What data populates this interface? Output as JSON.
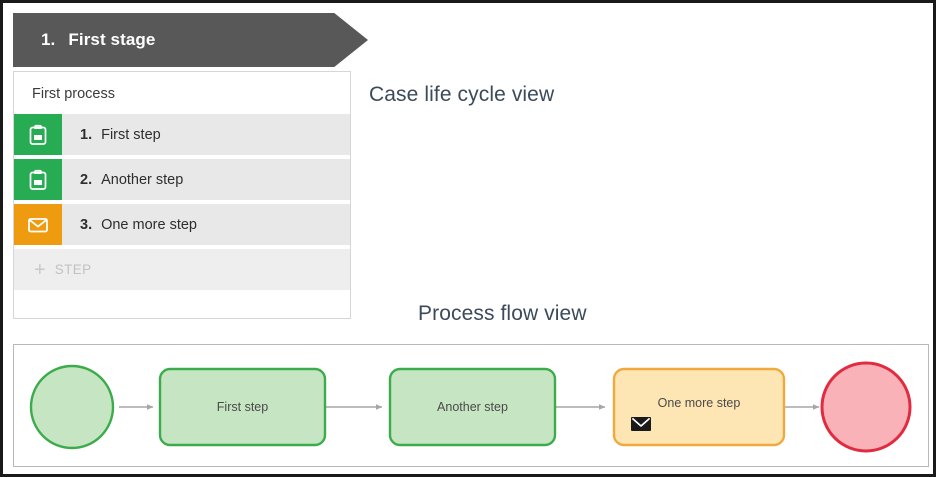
{
  "stage": {
    "number": "1.",
    "title": "First stage"
  },
  "process_panel": {
    "title": "First process",
    "steps": [
      {
        "number": "1.",
        "label": "First step",
        "icon": "clipboard-icon",
        "icon_color": "#27ab53"
      },
      {
        "number": "2.",
        "label": "Another step",
        "icon": "clipboard-icon",
        "icon_color": "#27ab53"
      },
      {
        "number": "3.",
        "label": "One more step",
        "icon": "envelope-icon",
        "icon_color": "#ef9b0f"
      }
    ],
    "add_step": {
      "plus": "+",
      "label": "STEP"
    }
  },
  "headings": {
    "case_life_cycle": "Case life cycle view",
    "process_flow": "Process flow view"
  },
  "flow": {
    "start_node": {
      "shape": "circle",
      "label": "",
      "fill": "#c6e6c3",
      "stroke": "#3cab4b"
    },
    "nodes": [
      {
        "label": "First step",
        "fill": "#c6e6c3",
        "stroke": "#3cab4b",
        "icon": ""
      },
      {
        "label": "Another step",
        "fill": "#c6e6c3",
        "stroke": "#3cab4b",
        "icon": ""
      },
      {
        "label": "One more step",
        "fill": "#fde5b4",
        "stroke": "#f0a93c",
        "icon": "envelope-icon"
      }
    ],
    "end_node": {
      "shape": "circle",
      "label": "",
      "fill": "#f9b3b8",
      "stroke": "#e02b40"
    },
    "connector_color": "#a6a6a6"
  },
  "colors": {
    "stage_banner": "#585858",
    "heading": "#3c4a5a",
    "row_background": "#e8e8e8",
    "add_row_background": "#eeeeee",
    "green": "#27ab53",
    "orange": "#ef9b0f"
  }
}
